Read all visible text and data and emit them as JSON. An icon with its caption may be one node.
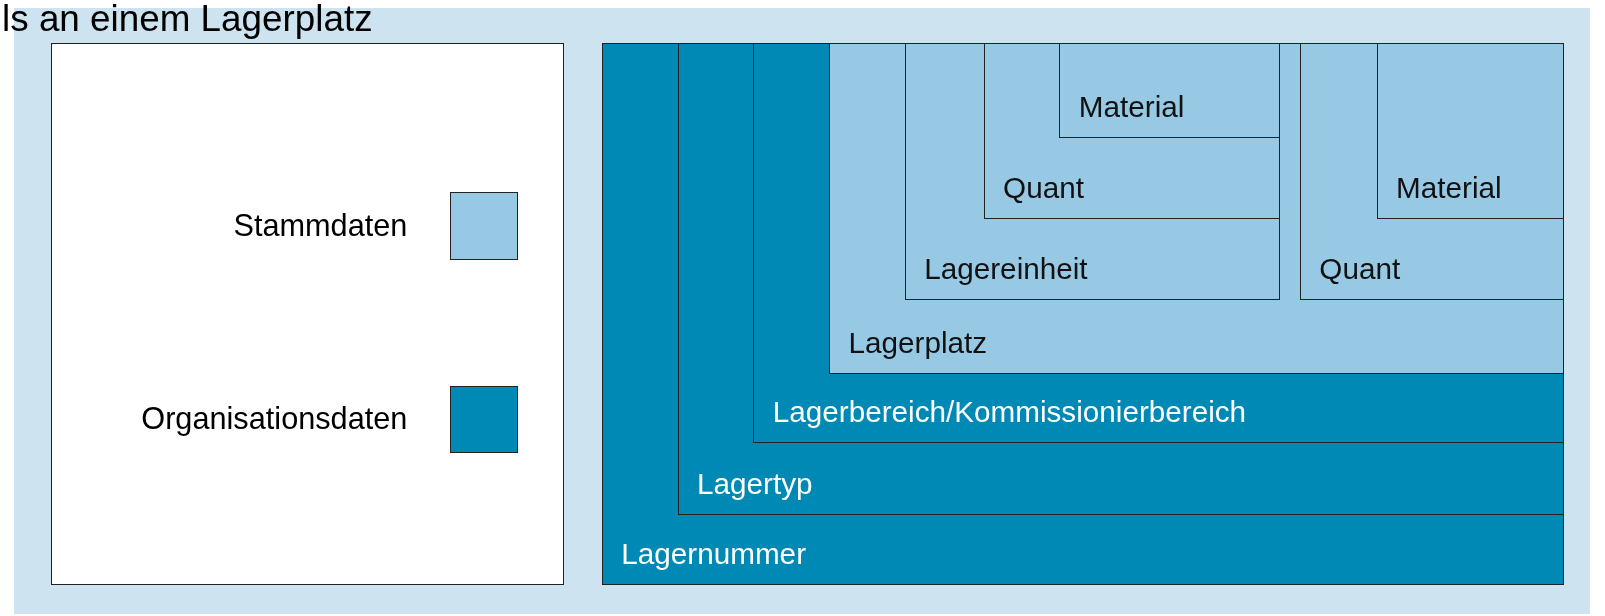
{
  "diagram": {
    "title": "ls an einem Lagerplatz",
    "nodes": [
      {
        "text": [
          "Lagernummer"
        ]
      },
      {
        "text": [
          "Lagertyp"
        ],
        "in": 0
      },
      {
        "text": [
          "Lagerbereich/Kommissionierbereich"
        ],
        "in": 1
      },
      {
        "text": [
          "Lagerplatz"
        ],
        "in": 2
      },
      {
        "text": [
          "Lagereinheit"
        ],
        "in": 3
      },
      {
        "text": [
          "Quant"
        ],
        "in": 4
      },
      {
        "text": [
          "Material"
        ],
        "in": 5
      },
      {
        "text": [
          "Quant"
        ],
        "in": 3
      },
      {
        "text": [
          "Material"
        ],
        "in": 7
      }
    ],
    "legend": [
      {
        "text": "Stammdaten",
        "color": "#97c9e5"
      },
      {
        "text": "Organisationsdaten",
        "color": "#0089b4"
      }
    ]
  }
}
